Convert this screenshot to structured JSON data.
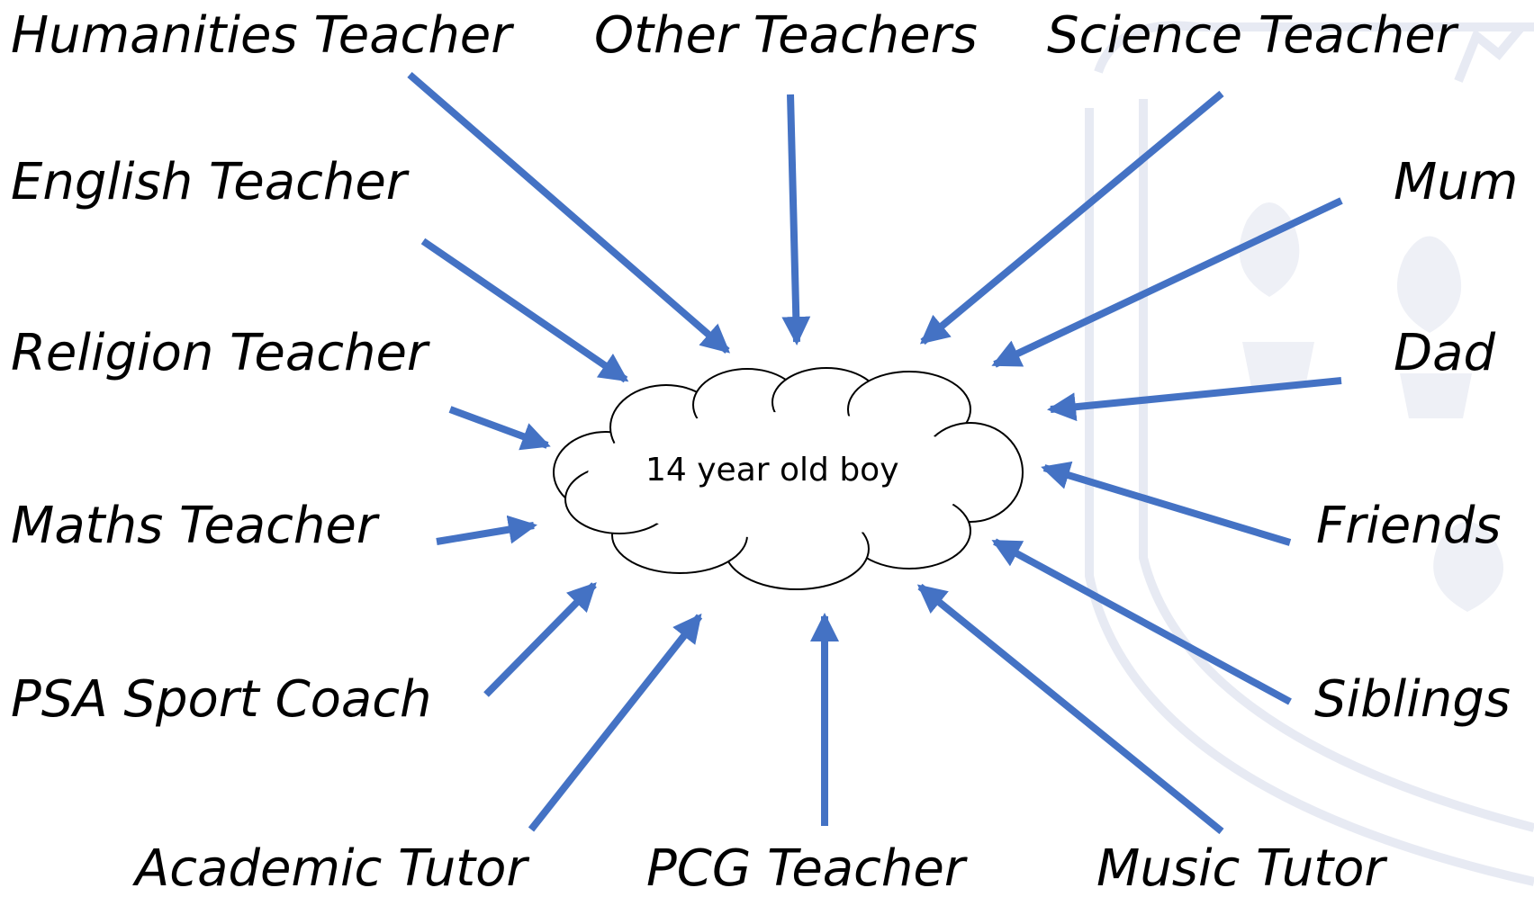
{
  "center": {
    "label": "14 year old boy"
  },
  "influences": [
    {
      "id": "humanities-teacher",
      "label": "Humanities Teacher",
      "side": "top"
    },
    {
      "id": "other-teachers",
      "label": "Other Teachers",
      "side": "top"
    },
    {
      "id": "science-teacher",
      "label": "Science Teacher",
      "side": "top"
    },
    {
      "id": "english-teacher",
      "label": "English Teacher",
      "side": "left"
    },
    {
      "id": "religion-teacher",
      "label": "Religion Teacher",
      "side": "left"
    },
    {
      "id": "maths-teacher",
      "label": "Maths Teacher",
      "side": "left"
    },
    {
      "id": "psa-sport-coach",
      "label": "PSA Sport Coach",
      "side": "left"
    },
    {
      "id": "mum",
      "label": "Mum",
      "side": "right"
    },
    {
      "id": "dad",
      "label": "Dad",
      "side": "right"
    },
    {
      "id": "friends",
      "label": "Friends",
      "side": "right"
    },
    {
      "id": "siblings",
      "label": "Siblings",
      "side": "right"
    },
    {
      "id": "academic-tutor",
      "label": "Academic Tutor",
      "side": "bottom"
    },
    {
      "id": "pcg-teacher",
      "label": "PCG Teacher",
      "side": "bottom"
    },
    {
      "id": "music-tutor",
      "label": "Music Tutor",
      "side": "bottom"
    }
  ],
  "colors": {
    "arrow": "#4472c4",
    "text": "#000000",
    "cloud_stroke": "#000000",
    "watermark": "#e7eaf3"
  },
  "decoration": {
    "watermark": "crest-watermark"
  }
}
